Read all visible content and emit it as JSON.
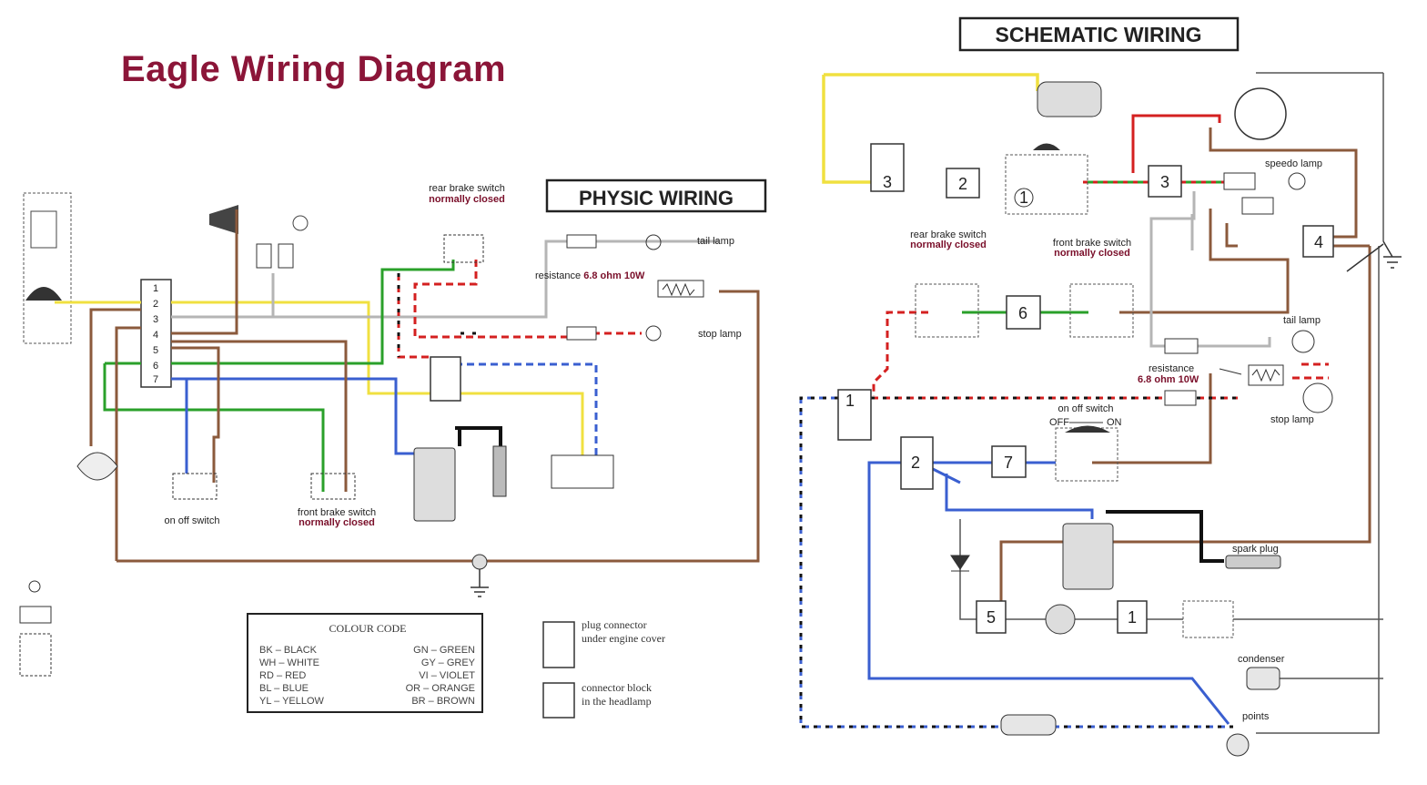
{
  "title": "Eagle Wiring Diagram",
  "colors": {
    "title": "#8b1538",
    "yellow": "#f0e040",
    "red": "#d42020",
    "green": "#2aa02a",
    "blue": "#3a5fd0",
    "brown": "#8b5a3c",
    "grey": "#b5b5b5",
    "black": "#111111",
    "label_dark_red": "#7a0f2a"
  },
  "physic": {
    "heading": "PHYSIC WIRING",
    "rear_brake_switch": "rear brake switch",
    "rear_nc": "normally closed",
    "tail_lamp": "tail lamp",
    "resistance_prefix": "resistance",
    "resistance_value": "6.8 ohm 10W",
    "stop_lamp": "stop lamp",
    "on_off_switch": "on off switch",
    "front_brake_switch": "front brake switch",
    "front_nc": "normally closed",
    "terminals": [
      "1",
      "2",
      "3",
      "4",
      "5",
      "6",
      "7"
    ],
    "legend_plug_connector": "plug connector",
    "legend_plug_connector_2": "under engine cover",
    "legend_connector_block": "connector block",
    "legend_connector_block_2": "in the headlamp"
  },
  "colour_code": {
    "heading": "COLOUR CODE",
    "left": [
      "BK – BLACK",
      "WH – WHITE",
      "RD – RED",
      "BL – BLUE",
      "YL – YELLOW"
    ],
    "right": [
      "GN – GREEN",
      "GY – GREY",
      "VI – VIOLET",
      "OR – ORANGE",
      "BR – BROWN"
    ]
  },
  "schematic": {
    "heading": "SCHEMATIC WIRING",
    "speedo_lamp": "speedo lamp",
    "rear_brake_switch": "rear brake switch",
    "rear_nc": "normally closed",
    "front_brake_switch": "front brake switch",
    "front_nc": "normally closed",
    "tail_lamp": "tail lamp",
    "resistance": "resistance",
    "resistance_value": "6.8 ohm 10W",
    "stop_lamp": "stop lamp",
    "on_off_switch": "on off switch",
    "on": "ON",
    "off": "OFF",
    "spark_plug": "spark plug",
    "condenser": "condenser",
    "points": "points",
    "connectors": [
      "1",
      "2",
      "3",
      "4",
      "5",
      "6",
      "7"
    ]
  }
}
